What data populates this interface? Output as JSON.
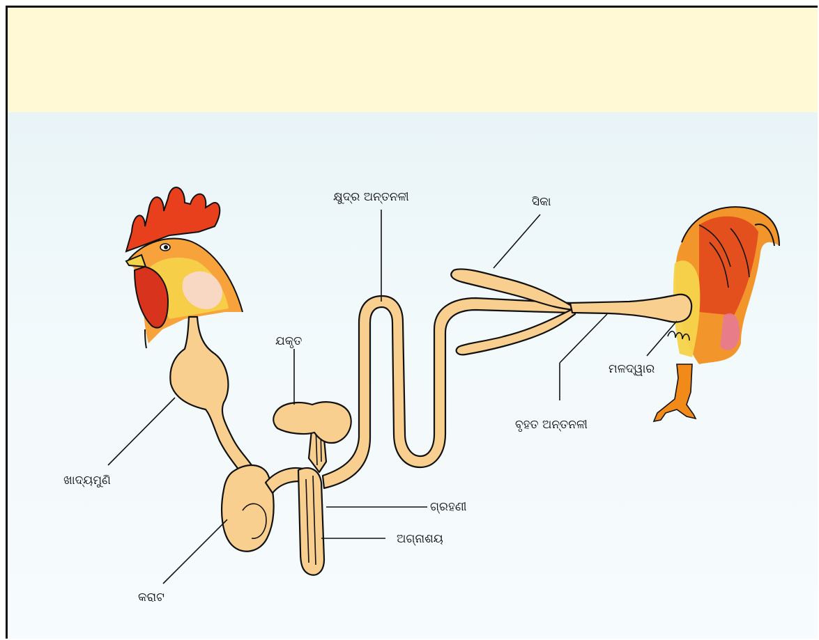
{
  "diagram": {
    "labels": {
      "crop": "ଖାଦ୍ୟମୁଣି",
      "gizzard": "କରାଟ",
      "liver": "ଯକୃତ",
      "small_intestine": "କ୍ଷୁଦ୍ର ଅନ୍ତନଳୀ",
      "duodenum": "ଗ୍ରହଣୀ",
      "pancreas": "ଅଗ୍ନାଶୟ",
      "caeca": "ସିକା",
      "large_intestine": "ବୃହତ ଅନ୍ତନଳୀ",
      "cloaca": "ମଳଦ୍ୱାର"
    },
    "colors": {
      "organ_fill": "#f8cf8e",
      "outline": "#111111",
      "comb": "#e8401c",
      "header_band": "#fff9d6",
      "background": "#eef7fa"
    },
    "icons": [
      "rooster-head-icon",
      "rooster-tail-icon"
    ]
  }
}
